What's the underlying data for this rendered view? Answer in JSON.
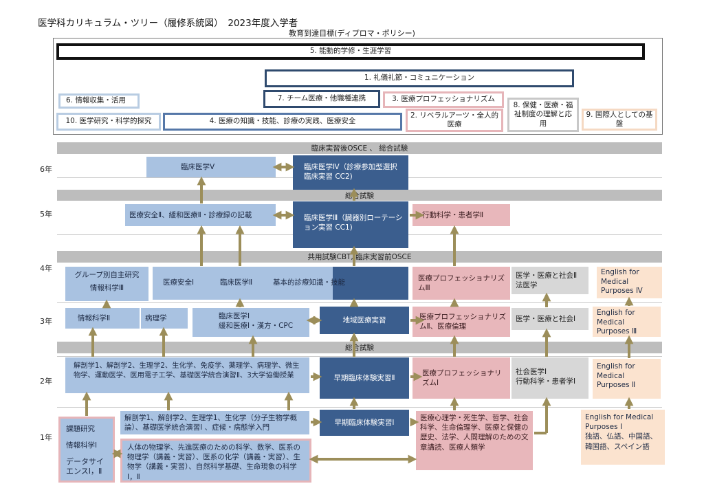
{
  "header": {
    "title": "医学科カリキュラム・ツリー（履修系統図）　2023年度入学者",
    "subtitle": "教育到達目標(ディプロマ・ポリシー)"
  },
  "goals": {
    "g5": "5. 能動的学修・生涯学習",
    "g1": "1. 礼儀礼節・コミュニケーション",
    "g6": "6. 情報収集・活用",
    "g7": "7. チーム医療・他職種連携",
    "g3": "3. 医療プロフェッショナリズム",
    "g8": "8. 保健・医療・福祉制度の理解と応用",
    "g9": "9. 国際人としての基盤",
    "g10": "10. 医学研究・科学的探究",
    "g4": "4. 医療の知識・技能、診療の実践、医療安全",
    "g2": "2. リベラルアーツ・全人的医療"
  },
  "colors": {
    "goal_black": "#111111",
    "goal_navy": "#2f4a6e",
    "goal_lightblue": "#b8cce2",
    "goal_blue": "#5577a8",
    "goal_pink": "#e6b5b9",
    "goal_gray": "#c8c8c8",
    "goal_peach": "#f5d9c3",
    "arrow": "#9c8e5a"
  },
  "years": {
    "y6": "6年",
    "y5": "5年",
    "y4": "4年",
    "y3": "3年",
    "y2": "2年",
    "y1": "1年"
  },
  "bands": {
    "b1": "臨床実習後OSCE 、 総合試験",
    "b2": "総合試験",
    "b3": "共用試験CBT, 臨床実習前OSCE",
    "b4": "総合試験"
  },
  "courses": {
    "y6_clin5": "臨床医学Ⅴ",
    "y6_clin4": "臨床医学Ⅳ（診療参加型選択臨床実習 CC2)",
    "y5_safety2": "医療安全Ⅱ、緩和医療Ⅱ・診療録の記載",
    "y5_clin3": "臨床医学Ⅲ（臓器別ローテーション実習 CC1)",
    "y5_behav2": "行動科学・患者学Ⅱ",
    "y4_group": "グループ別自主研究",
    "y4_info3": "情報科学Ⅲ",
    "y4_safety1": "医療安全Ⅰ",
    "y4_clin2": "臨床医学Ⅱ",
    "y4_basic": "基本的診療知識・技能",
    "y4_prof3": "医療プロフェッショナリズムⅢ",
    "y4_soc2a": "医学・医療と社会Ⅱ",
    "y4_soc2b": "法医学",
    "y4_eng4": "English for Medical Purposes Ⅳ",
    "y3_info2": "情報科学Ⅱ",
    "y3_path": "病理学",
    "y3_clin1a": "臨床医学Ⅰ",
    "y3_clin1b": "緩和医療Ⅰ・漢方・CPC",
    "y3_local": "地域医療実習",
    "y3_prof2": "医療プロフェッショナリズムⅡ、医療倫理",
    "y3_soc1": "医学・医療と社会Ⅰ",
    "y3_eng3": "English for Medical Purposes Ⅲ",
    "y2_basic": "解剖学1、解剖学2、生理学2、生化学、免疫学、薬理学、病理学、微生物学、運動医学、医用電子工学、基礎医学統合演習Ⅱ、3大学協働授業",
    "y2_early2": "早期臨床体験実習Ⅱ",
    "y2_prof1": "医療プロフェッショナリズムⅠ",
    "y2_socmed": "社会医学Ⅰ",
    "y2_behav1": "行動科学・患者学Ⅰ",
    "y2_eng2": "English for Medical Purposes Ⅱ",
    "y1_research": "課題研究",
    "y1_info1": "情報科学Ⅰ",
    "y1_datasci": "データサイエンスⅠ，Ⅱ",
    "y1_basic": "解剖学1、解剖学2、生理学1、生化学（分子生物学概論）、基礎医学統合演習Ⅰ 、症候・病態学入門",
    "y1_early1": "早期臨床体験実習Ⅰ",
    "y1_liberal": "医療心理学・死生学、哲学、社会科学、生命倫理学、医療と保健の歴史、法学、人間理解のための文章講読、医療人類学",
    "y1_eng1": "English for Medical Purposes Ⅰ",
    "y1_lang": "独語、仏語、中国語、韓国語、スペイン語",
    "y1_science": "人体の物理学、先進医療のための科学、数学、医系の物理学（講義・実習）、医系の化学（講義・実習）、生物学（講義・実習）、自然科学基礎、生命現象の科学Ⅰ，Ⅱ"
  }
}
